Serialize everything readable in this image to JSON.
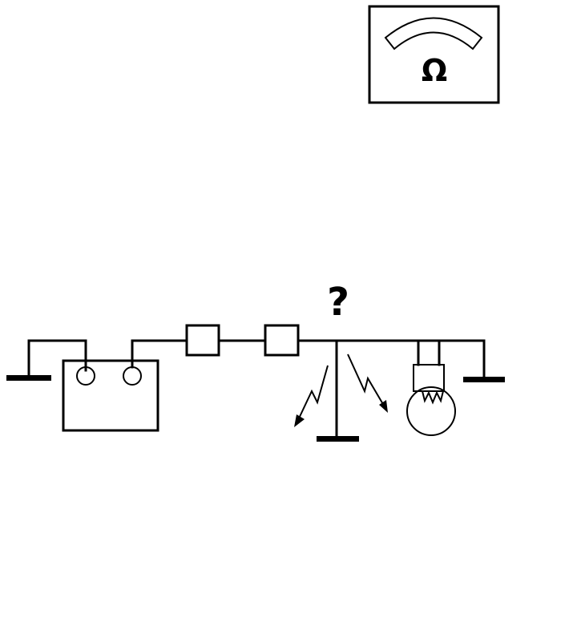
{
  "meter": {
    "unit_symbol": "Ω",
    "icon": "ohmmeter-icon"
  },
  "circuit": {
    "fault_marker": "?",
    "components": [
      "ground-symbol",
      "battery",
      "fuse",
      "switch",
      "short-to-ground",
      "lamp",
      "ground-symbol"
    ]
  },
  "colors": {
    "ink": "#000000",
    "background": "#ffffff"
  }
}
